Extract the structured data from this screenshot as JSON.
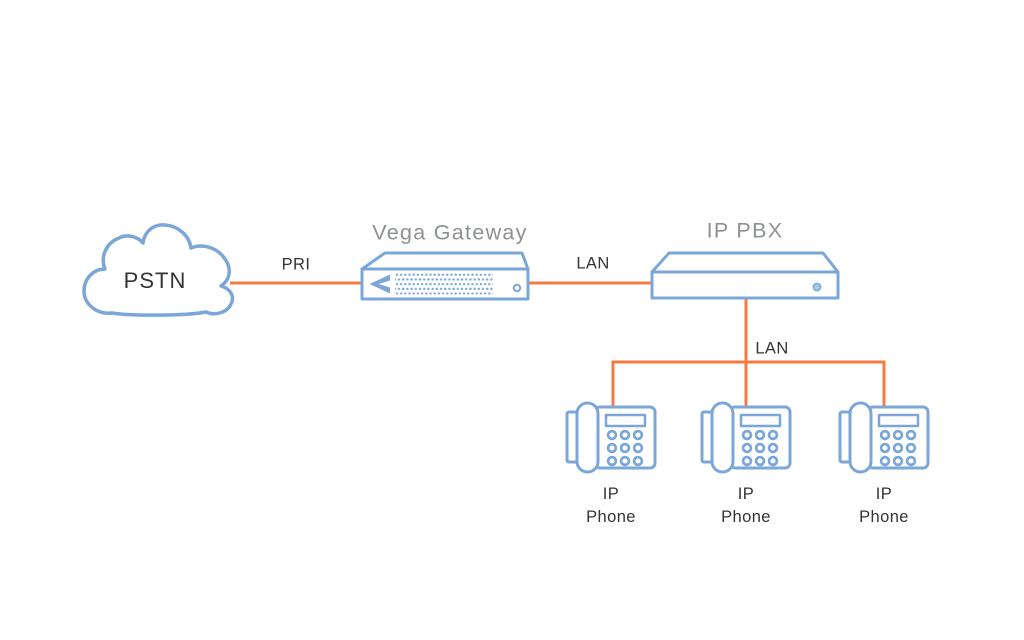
{
  "diagram": {
    "cloud": {
      "label": "PSTN"
    },
    "gateway": {
      "title": "Vega Gateway"
    },
    "pbx": {
      "title": "IP PBX"
    },
    "links": {
      "pri": "PRI",
      "lan_top": "LAN",
      "lan_bottom": "LAN"
    },
    "phones": [
      {
        "line1": "IP",
        "line2": "Phone"
      },
      {
        "line1": "IP",
        "line2": "Phone"
      },
      {
        "line1": "IP",
        "line2": "Phone"
      }
    ],
    "colors": {
      "line": "#F47B41",
      "device": "#7BA7D8",
      "label": "#343434",
      "title": "#8E9194",
      "bg": "#FFFFFF"
    }
  }
}
